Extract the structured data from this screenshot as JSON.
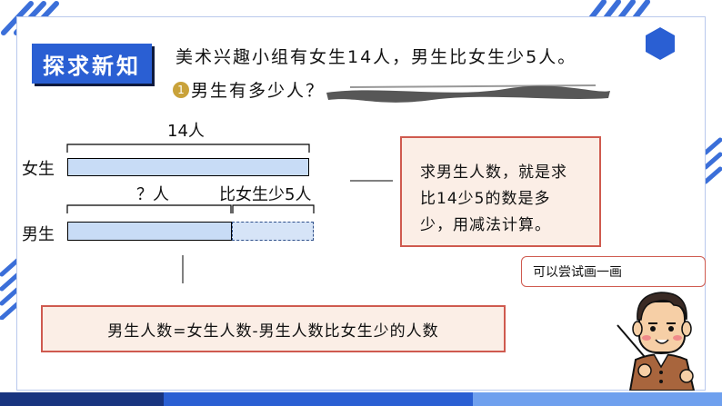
{
  "header": {
    "section_badge": "探求新知"
  },
  "problem": {
    "text": "美术兴趣小组有女生14人，男生比女生少5人。",
    "question_number": "1",
    "question": "男生有多少人？"
  },
  "diagram": {
    "total_label": "14人",
    "girls_label": "女生",
    "boys_label": "男生",
    "unknown_label": "？人",
    "difference_label": "比女生少5人"
  },
  "hint": {
    "text": "求男生人数，就是求比14少5的数是多少，用减法计算。"
  },
  "try_prompt": "可以尝试画一画",
  "formula": "男生人数=女生人数-男生人数比女生少的人数",
  "colors": {
    "badge_blue": "#2a5fd3",
    "box_red": "#cf5a4f",
    "box_fill": "#fbeee6",
    "bar_fill": "#c8dcf6"
  }
}
